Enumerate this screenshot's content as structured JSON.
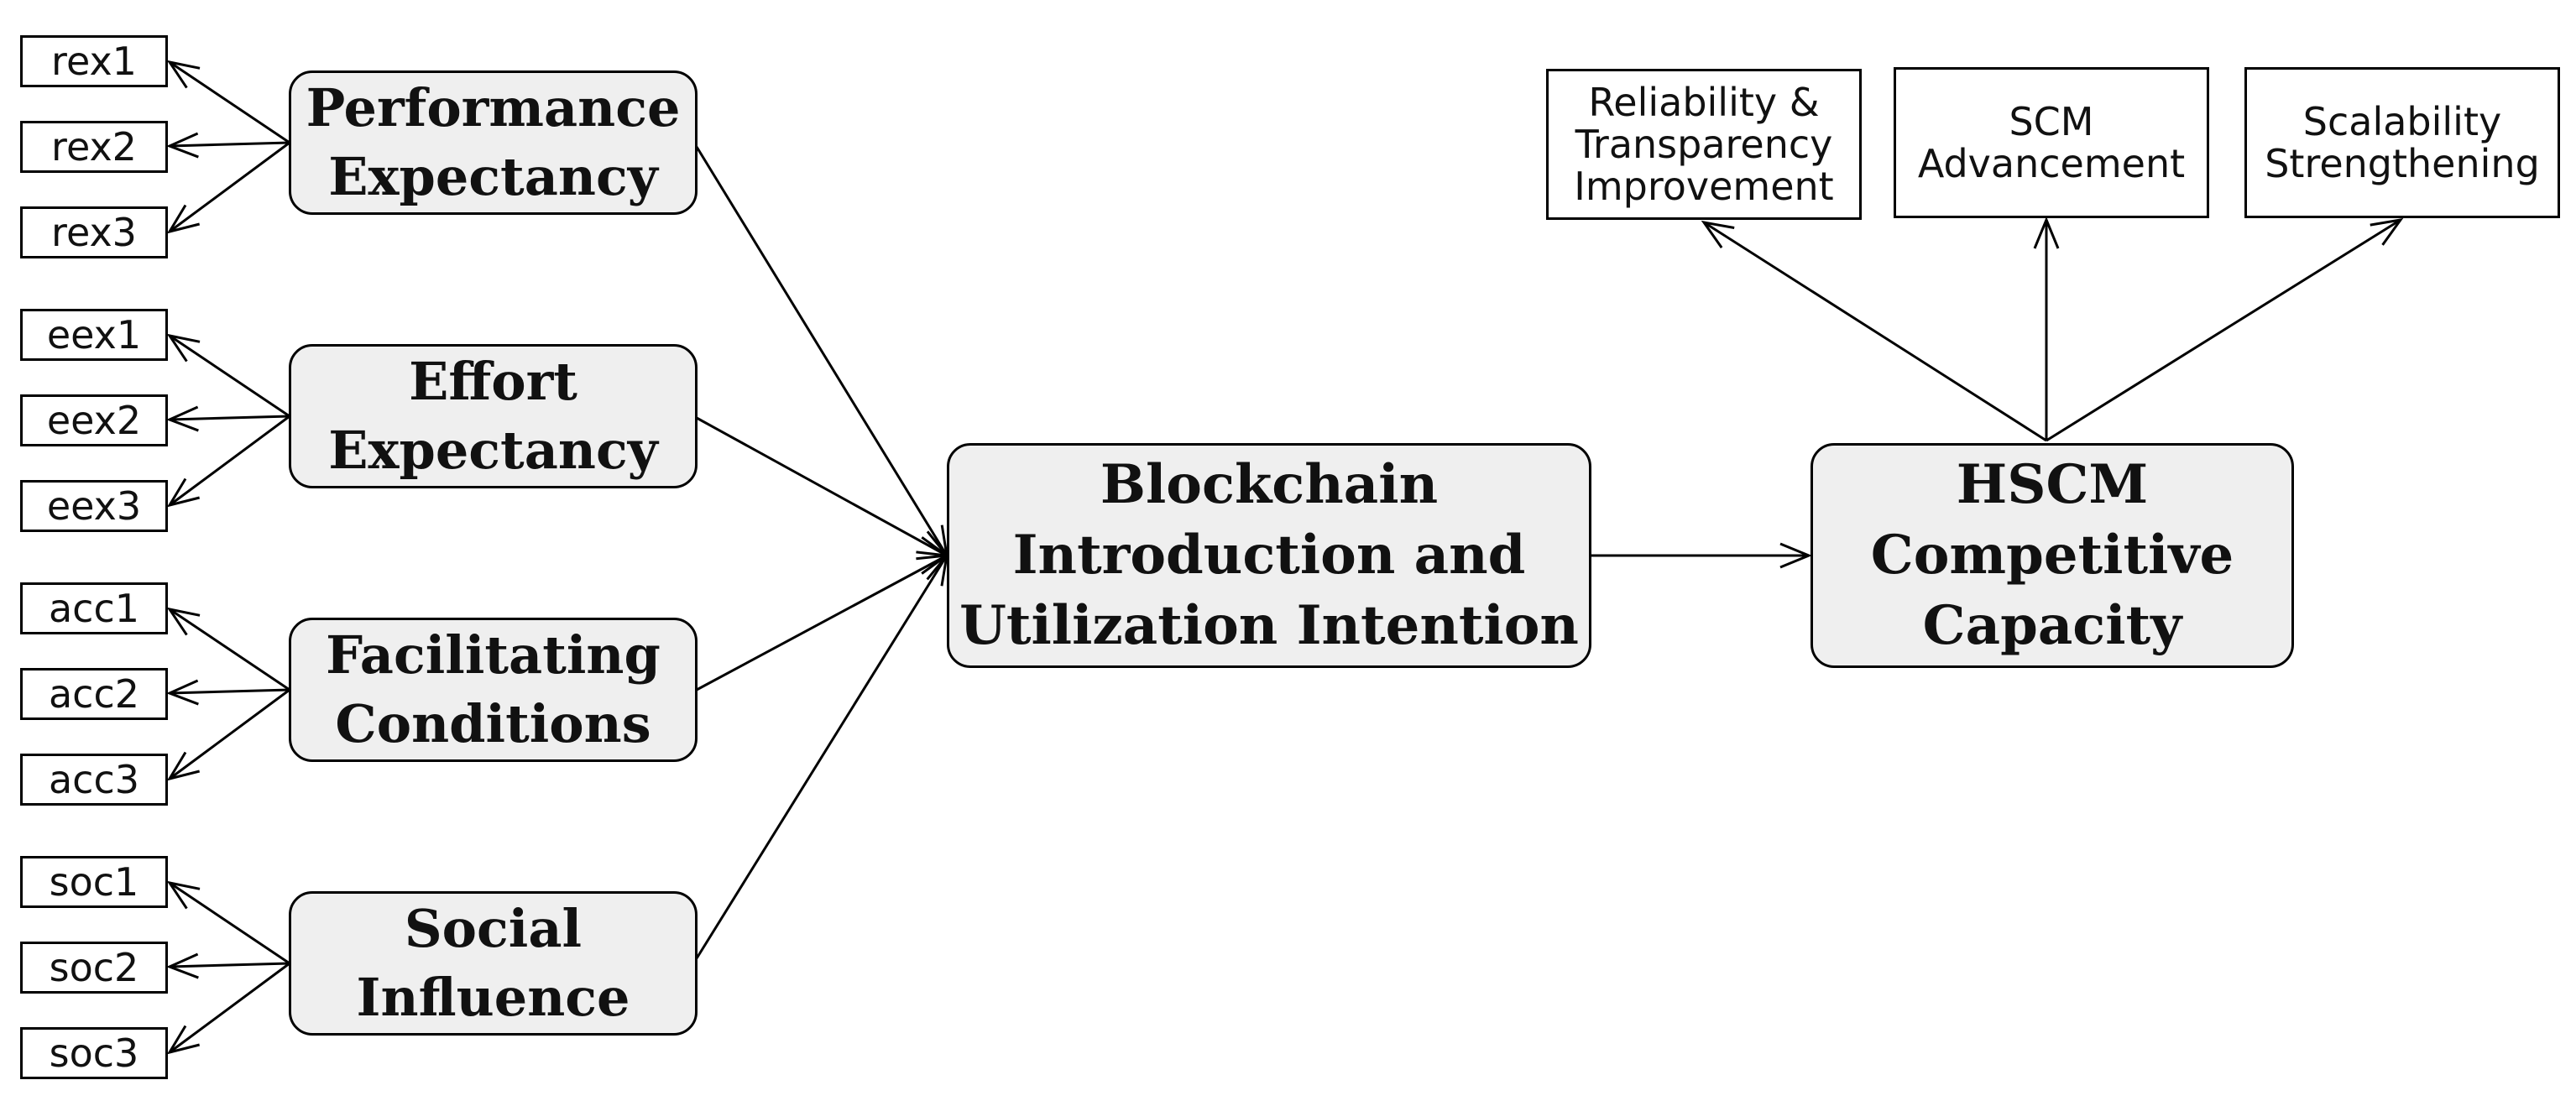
{
  "constructs": {
    "performance": [
      "Performance",
      "Expectancy"
    ],
    "effort": [
      "Effort",
      "Expectancy"
    ],
    "facilitating": [
      "Facilitating",
      "Conditions"
    ],
    "social": [
      "Social",
      "Influence"
    ],
    "blockchain": [
      "Blockchain",
      "Introduction and",
      "Utilization Intention"
    ],
    "hscm": [
      "HSCM",
      "Competitive",
      "Capacity"
    ]
  },
  "indicators": {
    "rex": [
      "rex1",
      "rex2",
      "rex3"
    ],
    "eex": [
      "eex1",
      "eex2",
      "eex3"
    ],
    "acc": [
      "acc1",
      "acc2",
      "acc3"
    ],
    "soc": [
      "soc1",
      "soc2",
      "soc3"
    ]
  },
  "outcomes": {
    "reliability": [
      "Reliability &",
      "Transparency",
      "Improvement"
    ],
    "scm": [
      "SCM",
      "Advancement"
    ],
    "scalability": [
      "Scalability",
      "Strengthening"
    ]
  },
  "colors": {
    "construct_fill": "#efefef",
    "stroke": "#000000"
  }
}
